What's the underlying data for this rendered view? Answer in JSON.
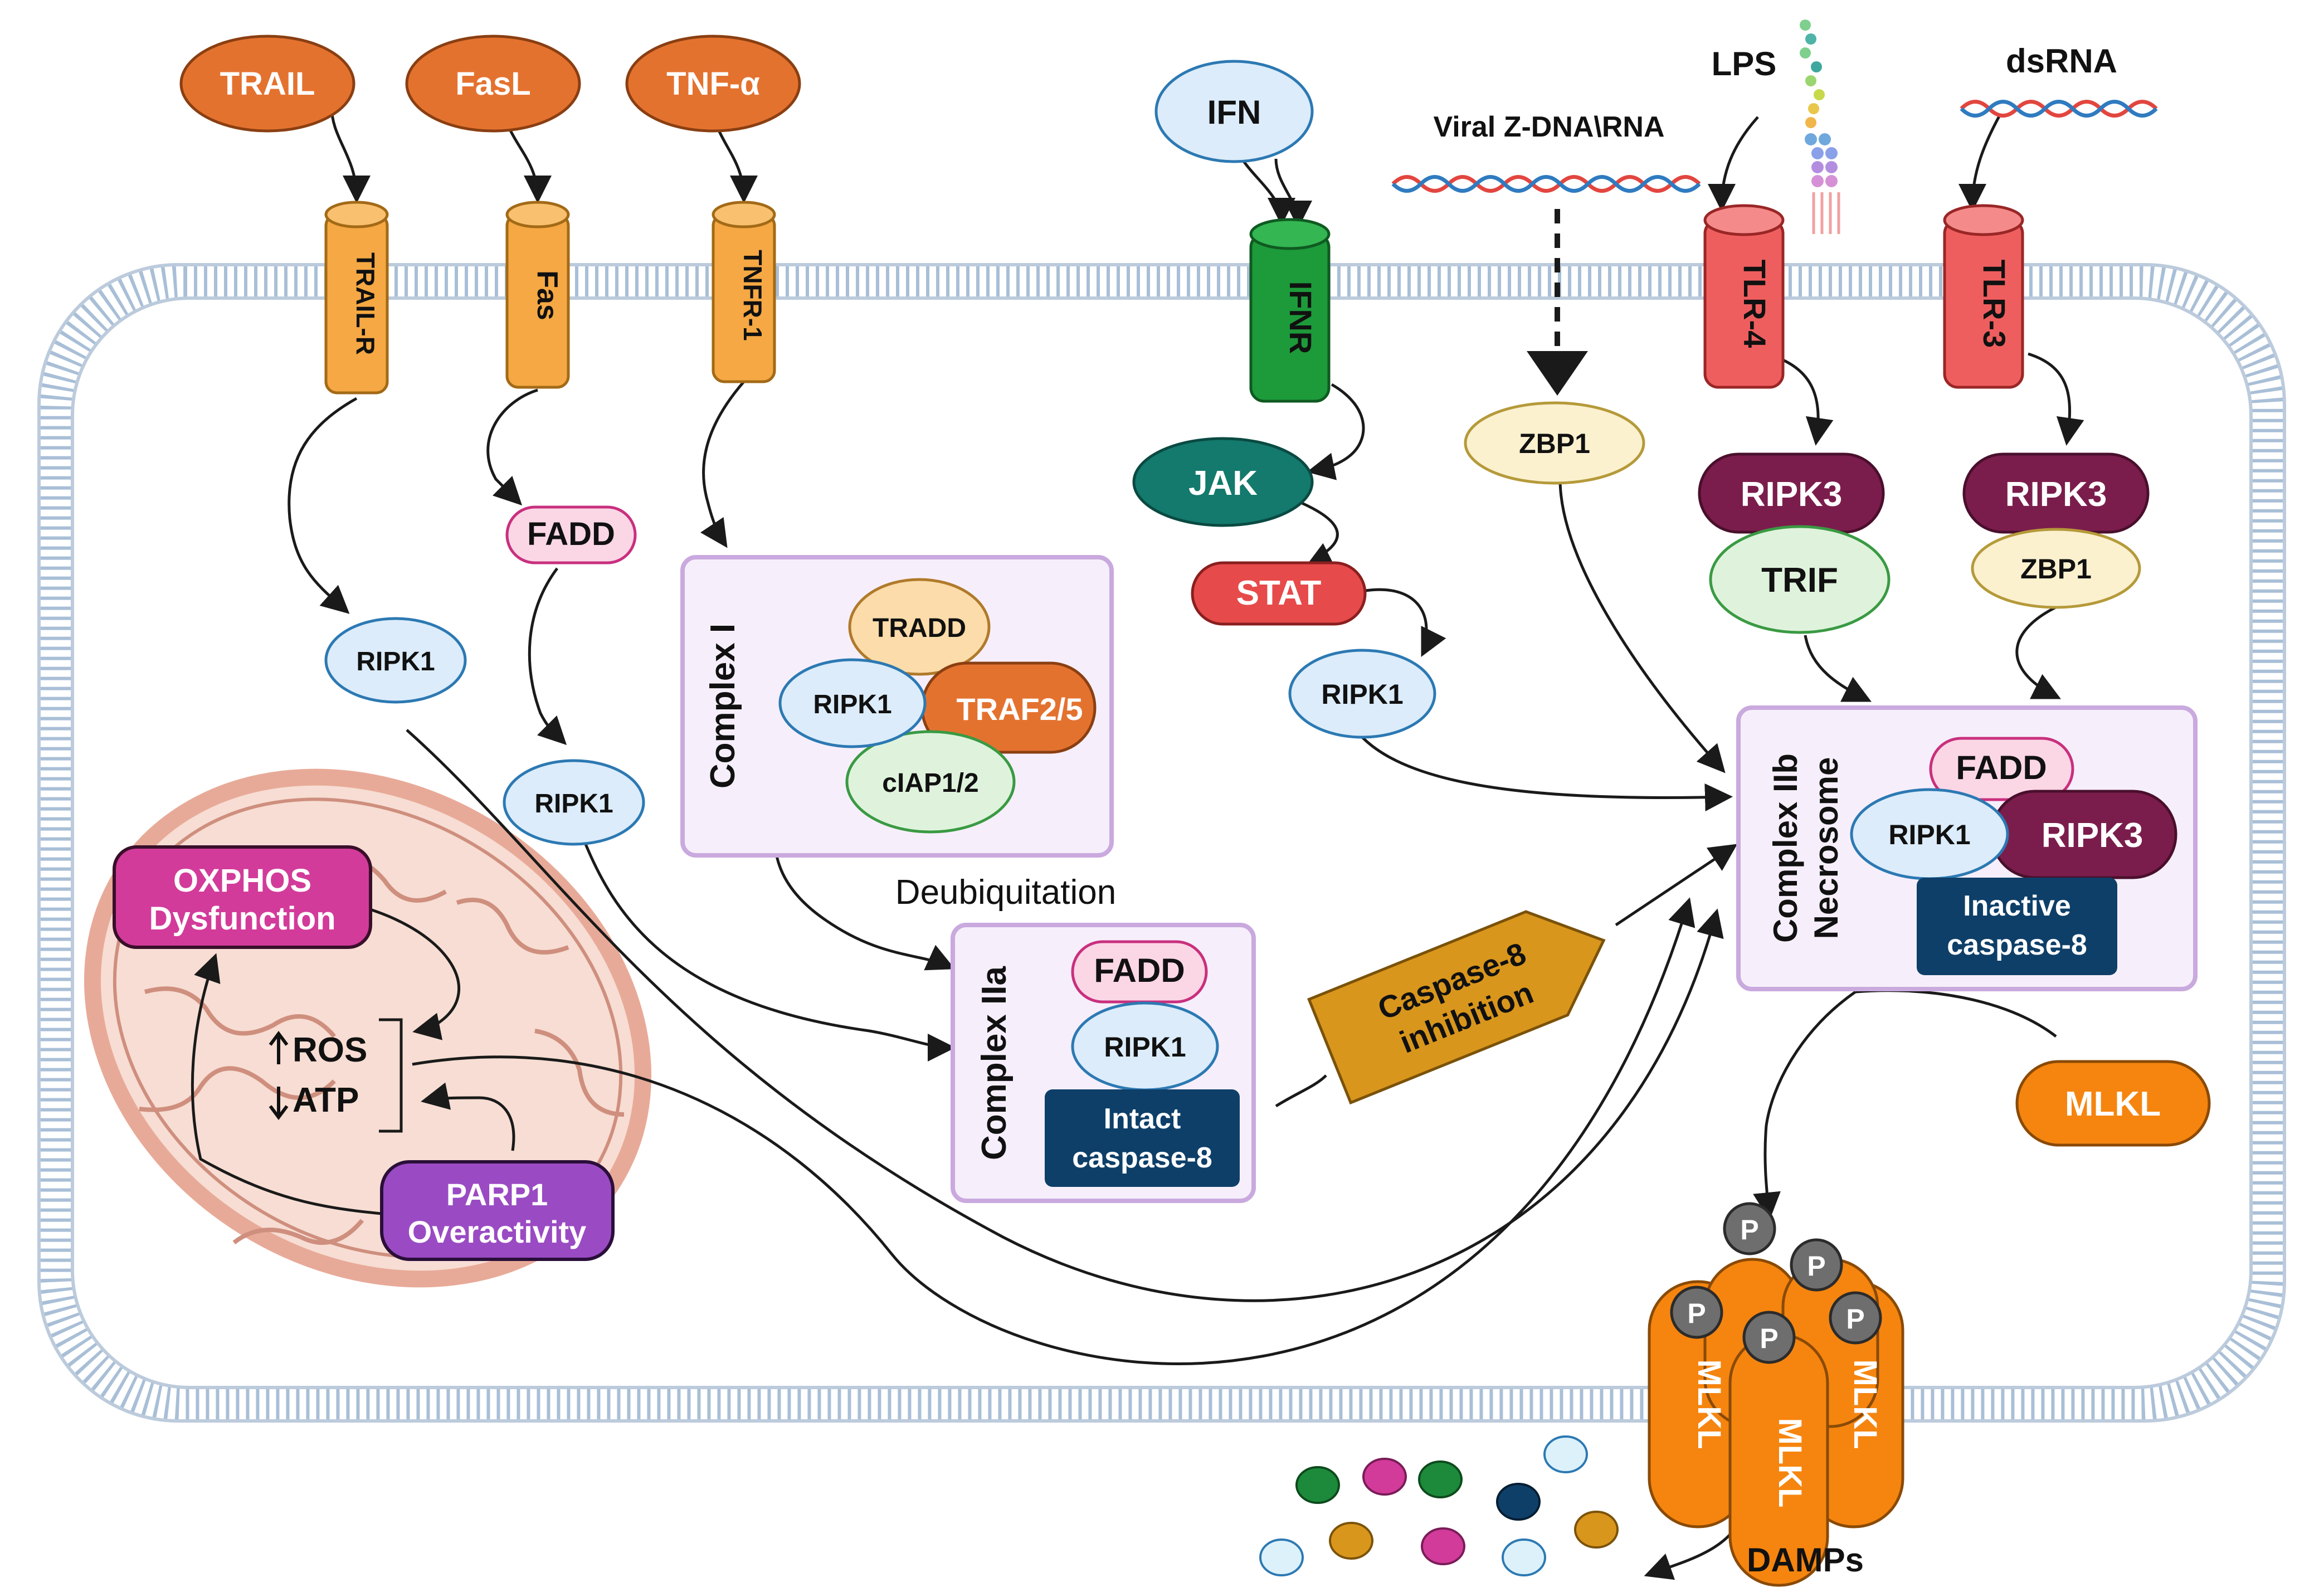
{
  "ligands": {
    "trail": "TRAIL",
    "fasl": "FasL",
    "tnf": "TNF-α",
    "ifn": "IFN",
    "viral": "Viral Z-DNA\\RNA",
    "lps": "LPS",
    "dsrna": "dsRNA"
  },
  "receptors": {
    "trail_r": "TRAIL-R",
    "fas": "Fas",
    "tnfr1": "TNFR-1",
    "ifnr": "IFNR",
    "tlr4": "TLR-4",
    "tlr3": "TLR-3"
  },
  "proteins": {
    "fadd": "FADD",
    "ripk1": "RIPK1",
    "jak": "JAK",
    "stat": "STAT",
    "zbp1": "ZBP1",
    "ripk3": "RIPK3",
    "trif": "TRIF",
    "mlkl": "MLKL",
    "p": "P"
  },
  "complex1": {
    "title": "Complex I",
    "tradd": "TRADD",
    "ripk1": "RIPK1",
    "traf": "TRAF2/5",
    "ciap": "cIAP1/2"
  },
  "deubiquitination": "Deubiquitation",
  "complex2a": {
    "title": "Complex IIa",
    "fadd": "FADD",
    "ripk1": "RIPK1",
    "casp_line1": "Intact",
    "casp_line2": "caspase-8"
  },
  "caspase_inhibition": {
    "line1": "Caspase-8",
    "line2": "inhibition"
  },
  "complex2b": {
    "title_line1": "Complex IIb",
    "title_line2": "Necrosome",
    "fadd": "FADD",
    "ripk1": "RIPK1",
    "ripk3": "RIPK3",
    "casp_line1": "Inactive",
    "casp_line2": "caspase-8"
  },
  "mito": {
    "oxphos_line1": "OXPHOS",
    "oxphos_line2": "Dysfunction",
    "ros": "ROS",
    "atp": "ATP",
    "parp_line1": "PARP1",
    "parp_line2": "Overactivity"
  },
  "damps": "DAMPs",
  "colors": {
    "ligand": "#e4722f",
    "receptor": "#f5a843",
    "ifnr": "#1d9a3a",
    "tlr": "#ef5e5e",
    "ripk1_fill": "#dcecfa",
    "ripk1_stroke": "#2c79b3",
    "fadd_fill": "#fbd7e6",
    "fadd_stroke": "#c9307e",
    "jak": "#137a6d",
    "stat": "#e74a4a",
    "zbp1_fill": "#fbf1cf",
    "zbp1_stroke": "#b59a3a",
    "ripk3": "#7b1d4c",
    "trif_fill": "#dff3dc",
    "trif_stroke": "#3a9a43",
    "complex_fill": "#f6effb",
    "complex_stroke": "#c9a9de",
    "caspase_box": "#0e3f68",
    "inhibition": "#d9961c",
    "mlkl": "#f5850f",
    "phospho": "#6e6e6e",
    "oxphos": "#d23b9a",
    "parp": "#9a4bc3",
    "mito_outer": "#e8aa98",
    "mito_inner": "#f7ddd3",
    "membrane": "#a9bfd7"
  }
}
